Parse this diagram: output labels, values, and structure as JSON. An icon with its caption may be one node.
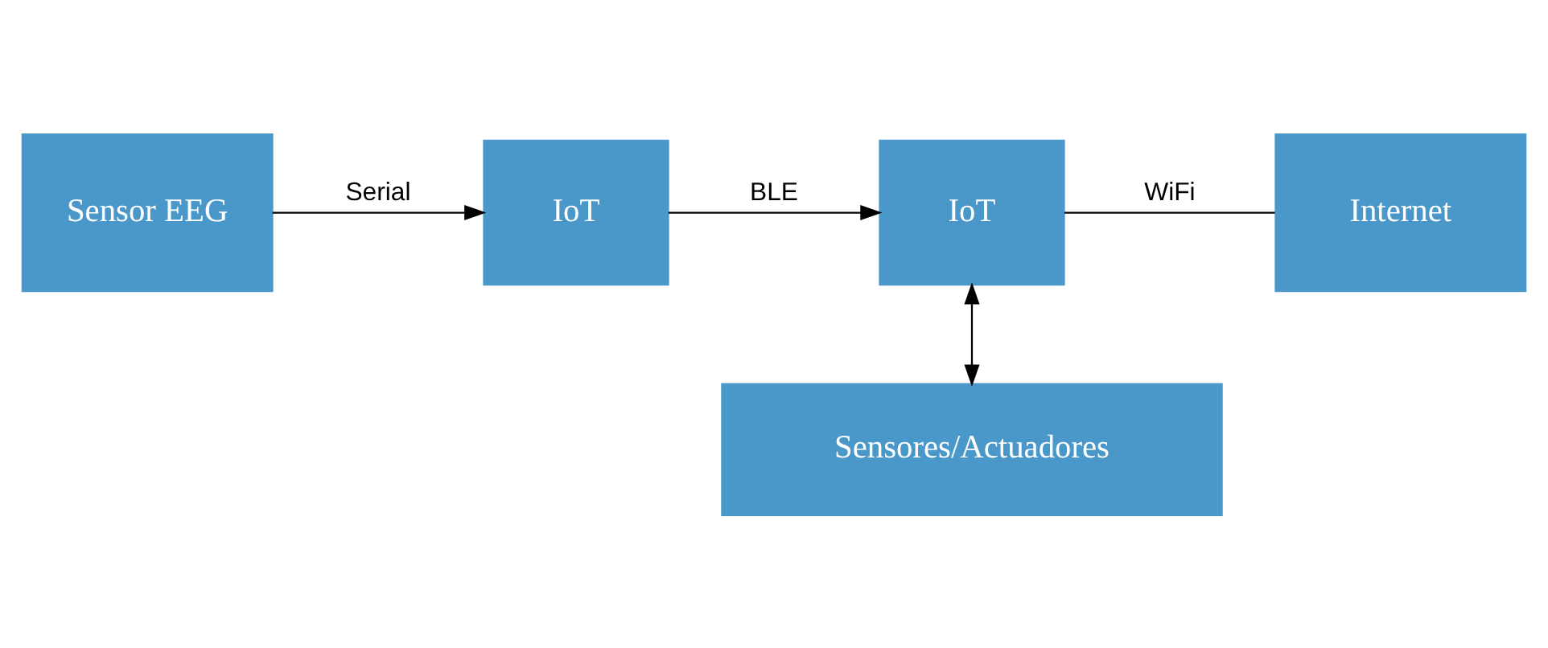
{
  "diagram": {
    "nodes": [
      {
        "text": [
          "Sensor EEG"
        ]
      },
      {
        "text": [
          "IoT"
        ]
      },
      {
        "text": [
          "IoT"
        ]
      },
      {
        "text": [
          "Internet"
        ]
      },
      {
        "text": [
          "Sensores/Actuadores"
        ]
      }
    ],
    "edges": [
      {
        "from": 0,
        "to": 1,
        "arrow": "to",
        "label": "Serial"
      },
      {
        "from": 1,
        "to": 2,
        "arrow": "to",
        "label": "BLE"
      },
      {
        "from": 2,
        "to": 3,
        "arrow": "none",
        "label": "WiFi"
      },
      {
        "from": 2,
        "to": 4,
        "arrow": "both"
      }
    ]
  }
}
